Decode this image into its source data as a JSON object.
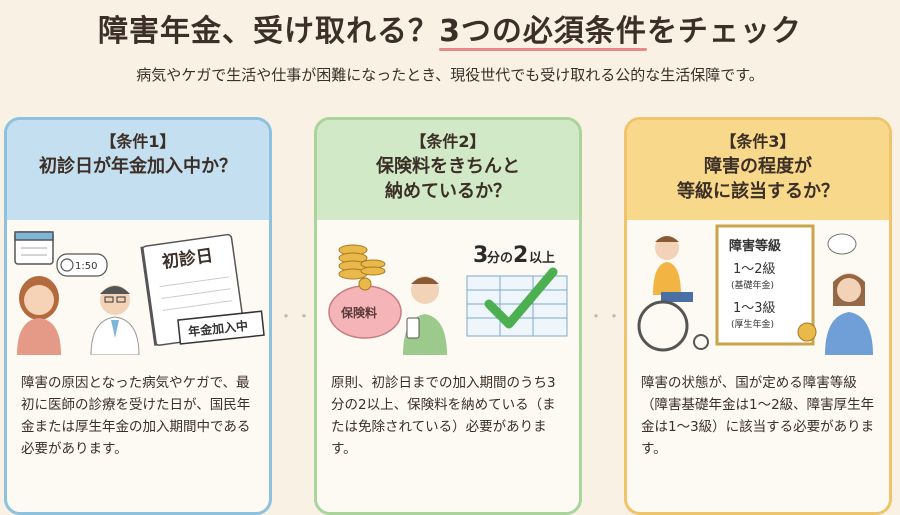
{
  "header": {
    "title_main": "障害年金、受け取れる？",
    "title_highlight": "3つの必須条件",
    "title_end": "をチェック",
    "subtitle": "病気やケガで生活や仕事が困難になったとき、現役世代でも受け取れる公的な生活保障です。"
  },
  "cards": [
    {
      "label": "【条件1】",
      "question_lines": [
        "初診日が年金加入中か？"
      ],
      "illus": {
        "time": "1:50",
        "notebook": "初診日",
        "stamp": "年金加入中"
      },
      "body": "障害の原因となった病気やケガで、最初に医師の診療を受けた日が、国民年金または厚生年金の加入期間中である必要があります。"
    },
    {
      "label": "【条件2】",
      "question_lines": [
        "保険料をきちんと",
        "納めているか？"
      ],
      "illus": {
        "piggy": "保険料",
        "fraction_a": "3",
        "fraction_mid": "分の",
        "fraction_b": "2",
        "fraction_end": "以上"
      },
      "body": "原則、初診日までの加入期間のうち3分の2以上、保険料を納めている（または免除されている）必要があります。"
    },
    {
      "label": "【条件3】",
      "question_lines": [
        "障害の程度が",
        "等級に該当するか？"
      ],
      "illus": {
        "cert_title": "障害等級",
        "grade1": "1〜2級",
        "grade1_note": "(基礎年金)",
        "grade2": "1〜3級",
        "grade2_note": "(厚生年金)"
      },
      "body": "障害の状態が、国が定める障害等級（障害基礎年金は1〜2級、障害厚生年金は1〜3級）に該当する必要があります。"
    }
  ],
  "separator": "・・・",
  "colors": {
    "card1": "#8cc1df",
    "card2": "#a9d49b",
    "card3": "#f0c46a",
    "accent_underline": "#e88a8a"
  }
}
